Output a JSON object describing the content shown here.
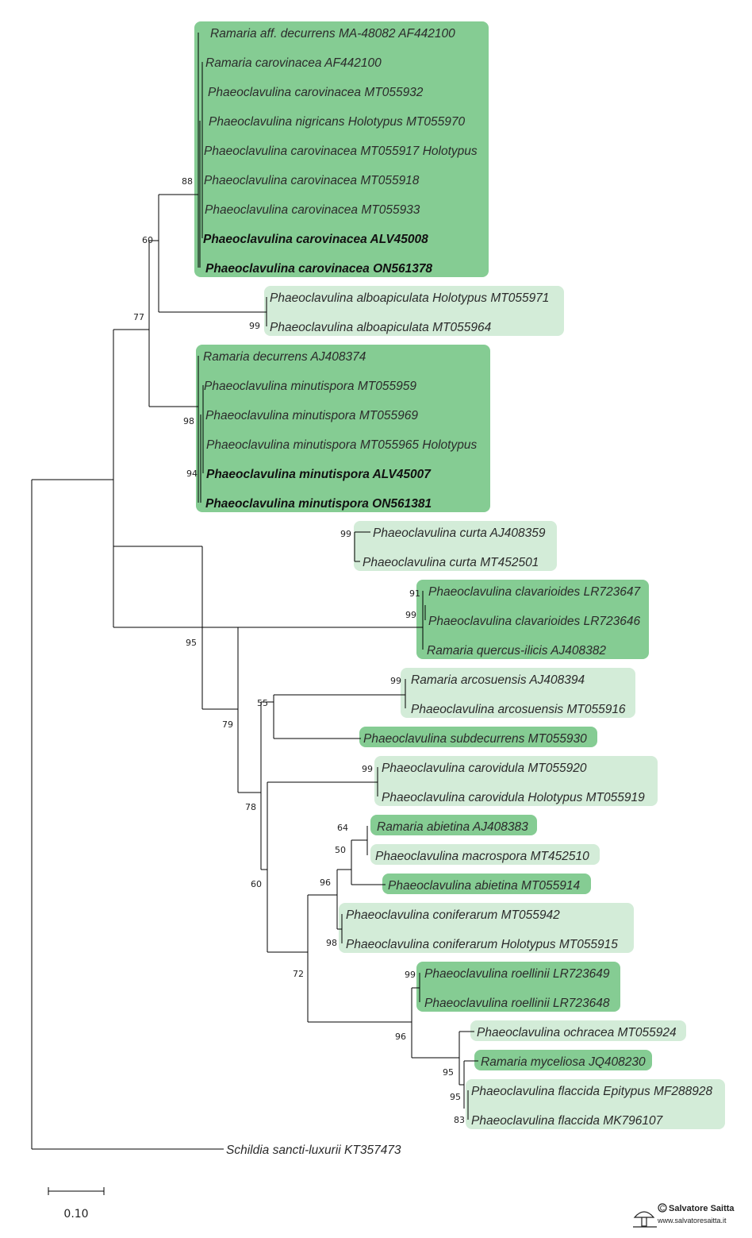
{
  "colors": {
    "dark": "#85cc93",
    "light": "#d3ecd8",
    "line": "#000000"
  },
  "groups": [
    {
      "shade": "dark",
      "rows": [
        0,
        8
      ]
    },
    {
      "shade": "light",
      "rows": [
        9,
        10
      ]
    },
    {
      "shade": "dark",
      "rows": [
        11,
        16
      ]
    },
    {
      "shade": "light",
      "rows": [
        17,
        18
      ]
    },
    {
      "shade": "dark",
      "rows": [
        19,
        21
      ]
    },
    {
      "shade": "light",
      "rows": [
        22,
        23
      ]
    },
    {
      "shade": "dark",
      "rows": [
        24,
        24
      ]
    },
    {
      "shade": "light",
      "rows": [
        25,
        26
      ]
    },
    {
      "shade": "dark",
      "rows": [
        27,
        27
      ]
    },
    {
      "shade": "light",
      "rows": [
        28,
        28
      ]
    },
    {
      "shade": "dark",
      "rows": [
        29,
        29
      ]
    },
    {
      "shade": "light",
      "rows": [
        30,
        31
      ]
    },
    {
      "shade": "dark",
      "rows": [
        32,
        33
      ]
    },
    {
      "shade": "light",
      "rows": [
        34,
        34
      ]
    },
    {
      "shade": "dark",
      "rows": [
        35,
        35
      ]
    },
    {
      "shade": "light",
      "rows": [
        36,
        37
      ]
    }
  ],
  "taxa": [
    {
      "label": "Ramaria aff. decurrens MA-48082 AF442100",
      "bold": false
    },
    {
      "label": "Ramaria carovinacea AF442100",
      "bold": false
    },
    {
      "label": "Phaeoclavulina carovinacea MT055932",
      "bold": false
    },
    {
      "label": "Phaeoclavulina nigricans Holotypus MT055970",
      "bold": false
    },
    {
      "label": "Phaeoclavulina carovinacea MT055917 Holotypus",
      "bold": false
    },
    {
      "label": "Phaeoclavulina carovinacea MT055918",
      "bold": false
    },
    {
      "label": "Phaeoclavulina carovinacea MT055933",
      "bold": false
    },
    {
      "label": "Phaeoclavulina carovinacea ALV45008",
      "bold": true
    },
    {
      "label": "Phaeoclavulina carovinacea ON561378",
      "bold": true
    },
    {
      "label": "Phaeoclavulina alboapiculata Holotypus MT055971",
      "bold": false
    },
    {
      "label": "Phaeoclavulina alboapiculata MT055964",
      "bold": false
    },
    {
      "label": "Ramaria decurrens AJ408374",
      "bold": false
    },
    {
      "label": "Phaeoclavulina minutispora MT055959",
      "bold": false
    },
    {
      "label": "Phaeoclavulina minutispora MT055969",
      "bold": false
    },
    {
      "label": "Phaeoclavulina minutispora MT055965 Holotypus",
      "bold": false
    },
    {
      "label": "Phaeoclavulina minutispora ALV45007",
      "bold": true
    },
    {
      "label": "Phaeoclavulina minutispora ON561381",
      "bold": true
    },
    {
      "label": "Phaeoclavulina curta AJ408359",
      "bold": false
    },
    {
      "label": "Phaeoclavulina curta MT452501",
      "bold": false
    },
    {
      "label": "Phaeoclavulina clavarioides LR723647",
      "bold": false
    },
    {
      "label": "Phaeoclavulina clavarioides LR723646",
      "bold": false
    },
    {
      "label": "Ramaria quercus-ilicis AJ408382",
      "bold": false
    },
    {
      "label": "Ramaria arcosuensis AJ408394",
      "bold": false
    },
    {
      "label": "Phaeoclavulina arcosuensis MT055916",
      "bold": false
    },
    {
      "label": "Phaeoclavulina subdecurrens MT055930",
      "bold": false
    },
    {
      "label": "Phaeoclavulina carovidula MT055920",
      "bold": false
    },
    {
      "label": "Phaeoclavulina carovidula Holotypus MT055919",
      "bold": false
    },
    {
      "label": "Ramaria abietina AJ408383",
      "bold": false
    },
    {
      "label": "Phaeoclavulina macrospora MT452510",
      "bold": false
    },
    {
      "label": "Phaeoclavulina abietina MT055914",
      "bold": false
    },
    {
      "label": "Phaeoclavulina coniferarum MT055942",
      "bold": false
    },
    {
      "label": "Phaeoclavulina coniferarum Holotypus MT055915",
      "bold": false
    },
    {
      "label": "Phaeoclavulina roellinii LR723649",
      "bold": false
    },
    {
      "label": "Phaeoclavulina roellinii LR723648",
      "bold": false
    },
    {
      "label": "Phaeoclavulina ochracea MT055924",
      "bold": false
    },
    {
      "label": "Ramaria myceliosa JQ408230",
      "bold": false
    },
    {
      "label": "Phaeoclavulina flaccida Epitypus MF288928",
      "bold": false
    },
    {
      "label": "Phaeoclavulina flaccida MK796107",
      "bold": false
    },
    {
      "label": "Schildia sancti-luxurii KT357473",
      "bold": false
    }
  ],
  "support_values": [
    "88",
    "60",
    "77",
    "99",
    "98",
    "94",
    "99",
    "91",
    "99",
    "99",
    "55",
    "95",
    "79",
    "99",
    "78",
    "64",
    "50",
    "96",
    "60",
    "98",
    "72",
    "99",
    "96",
    "95",
    "95",
    "83"
  ],
  "scale_bar": {
    "value": 0.1,
    "label": "0.10"
  },
  "watermark": {
    "text": "Salvatore Saitta",
    "site": "www.salvatoresaitta.it"
  }
}
